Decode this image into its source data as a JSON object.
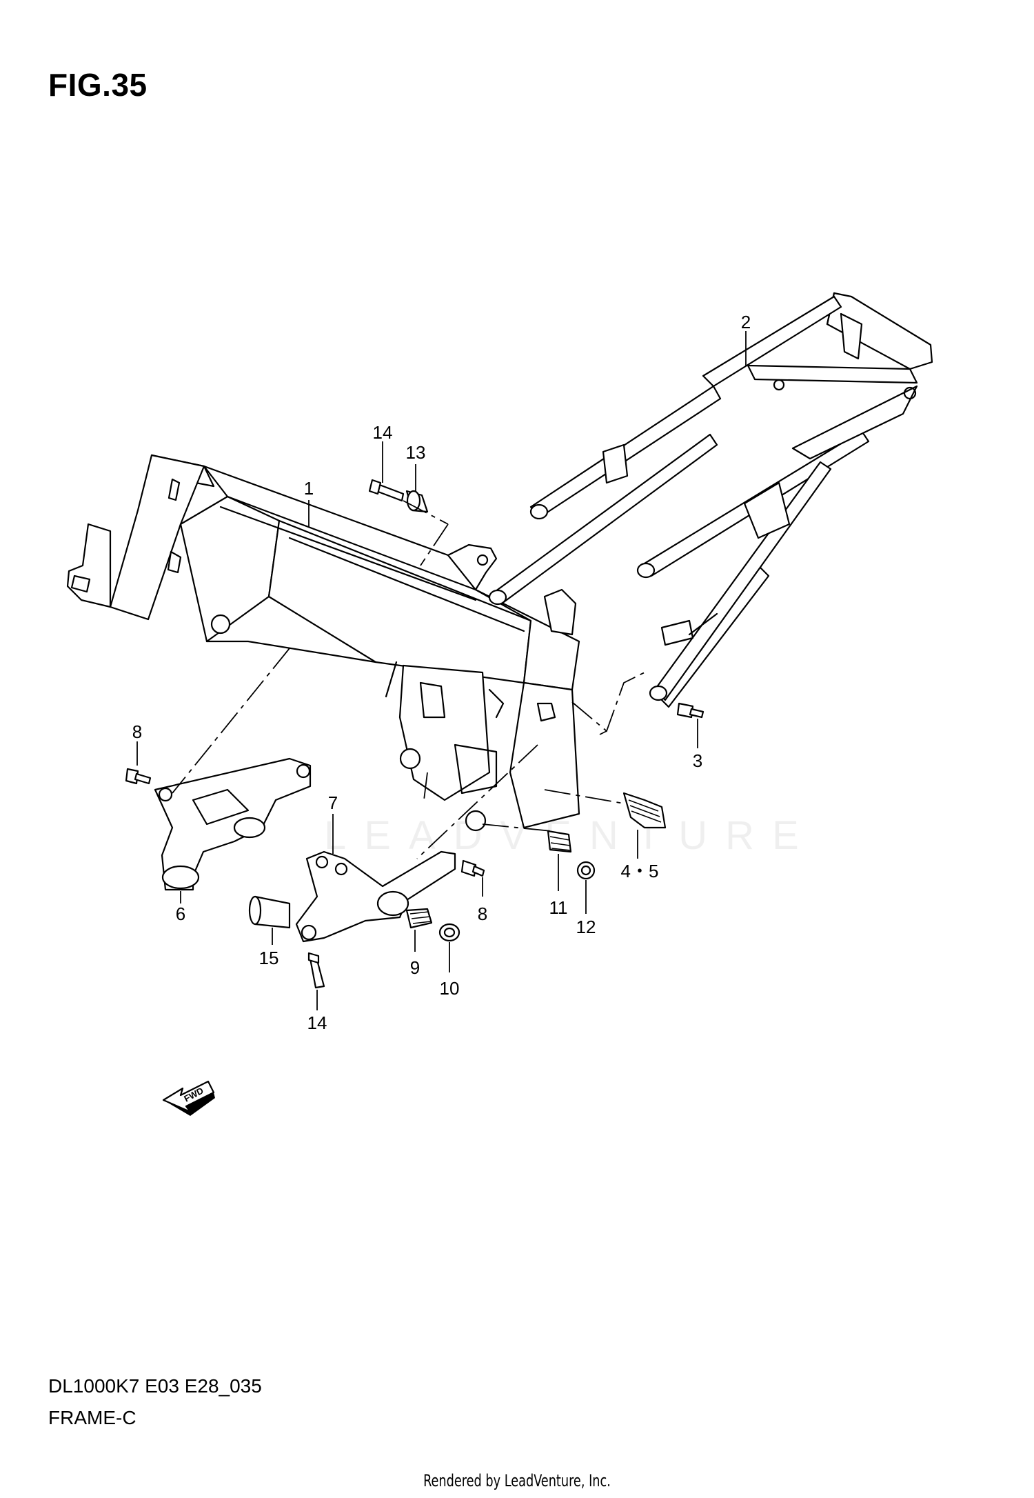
{
  "figure": {
    "title": "FIG.35",
    "diagram_code": "DL1000K7 E03 E28_035",
    "section_name": "FRAME-C",
    "footer": "Rendered by LeadVenture, Inc.",
    "watermark": "LEADVENTURE",
    "fwd_label": "FWD"
  },
  "callouts": [
    {
      "id": "c1",
      "text": "1"
    },
    {
      "id": "c2",
      "text": "2"
    },
    {
      "id": "c3",
      "text": "3"
    },
    {
      "id": "c45",
      "text": "4・5"
    },
    {
      "id": "c6",
      "text": "6"
    },
    {
      "id": "c7",
      "text": "7"
    },
    {
      "id": "c8a",
      "text": "8"
    },
    {
      "id": "c8b",
      "text": "8"
    },
    {
      "id": "c9",
      "text": "9"
    },
    {
      "id": "c10",
      "text": "10"
    },
    {
      "id": "c11",
      "text": "11"
    },
    {
      "id": "c12",
      "text": "12"
    },
    {
      "id": "c13",
      "text": "13"
    },
    {
      "id": "c14a",
      "text": "14"
    },
    {
      "id": "c14b",
      "text": "14"
    },
    {
      "id": "c15",
      "text": "15"
    }
  ]
}
